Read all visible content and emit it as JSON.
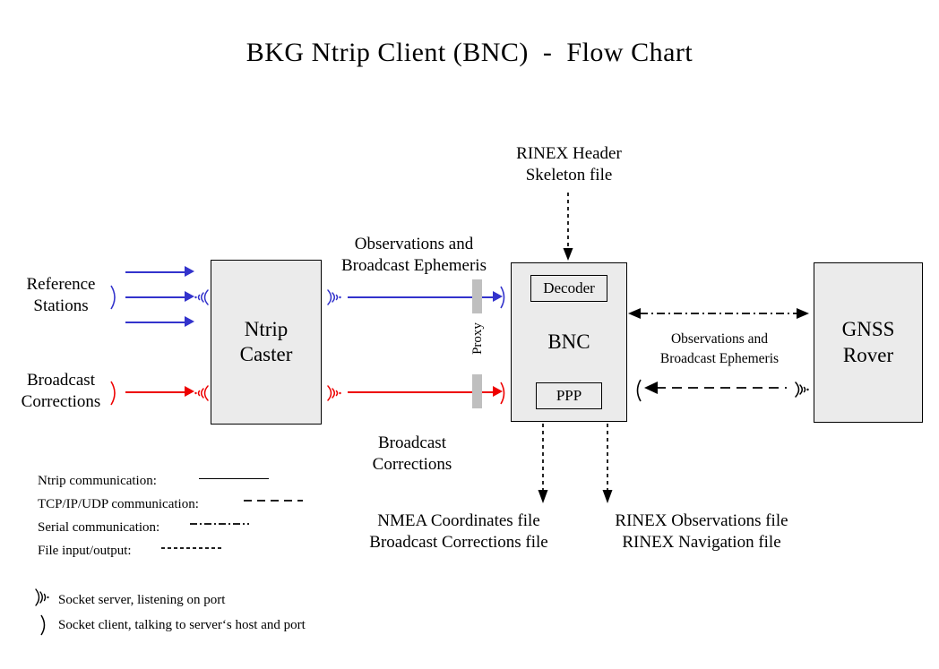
{
  "title": "BKG Ntrip Client (BNC)  -  Flow Chart",
  "colors": {
    "blue": "#3333CC",
    "red": "#EE0000",
    "black": "#000000",
    "box_fill": "#EBEBEB",
    "proxy_bar": "#BFBFBF"
  },
  "nodes": {
    "ntrip_caster": {
      "line1": "Ntrip",
      "line2": "Caster"
    },
    "bnc": {
      "label": "BNC",
      "decoder": "Decoder",
      "ppp": "PPP"
    },
    "gnss_rover": {
      "line1": "GNSS",
      "line2": "Rover"
    }
  },
  "labels": {
    "reference_stations": "Reference\nStations",
    "broadcast_corrections_left": "Broadcast\nCorrections",
    "observations_and_ephemeris_mid": "Observations and\nBroadcast Ephemeris",
    "broadcast_corrections_mid": "Broadcast\nCorrections",
    "rinex_header_skeleton": "RINEX Header\nSkeleton file",
    "observations_and_ephemeris_right": "Observations and\nBroadcast Ephemeris",
    "proxy": "Proxy",
    "nmea_output": "NMEA Coordinates file\nBroadcast Corrections file",
    "rinex_output": "RINEX Observations file\nRINEX Navigation file"
  },
  "legend": {
    "lines": [
      {
        "label": "Ntrip communication:",
        "style": "solid"
      },
      {
        "label": "TCP/IP/UDP communication:",
        "style": "dashed"
      },
      {
        "label": "Serial communication:",
        "style": "dash-dot"
      },
      {
        "label": "File input/output:",
        "style": "dotted"
      }
    ],
    "sockets": [
      {
        "glyph": "socket-server-icon",
        "label": "Socket server, listening on port"
      },
      {
        "glyph": "socket-client-icon",
        "label": "Socket client, talking to server‘s host and port"
      }
    ]
  }
}
